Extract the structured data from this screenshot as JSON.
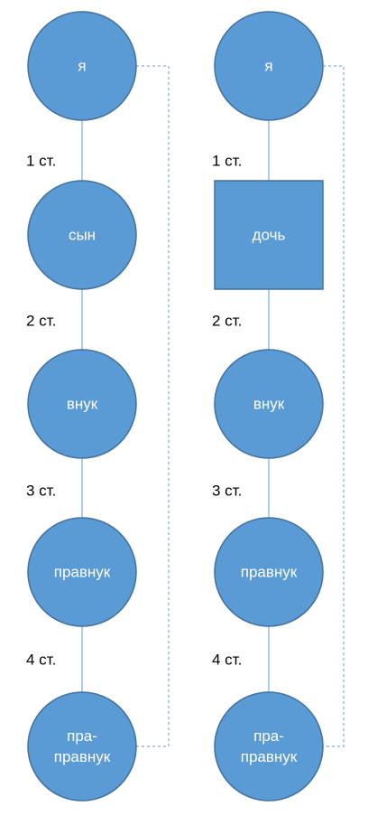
{
  "columns": [
    {
      "nodes": [
        {
          "lines": [
            "я"
          ],
          "shape": "circle"
        },
        {
          "lines": [
            "сын"
          ],
          "shape": "circle"
        },
        {
          "lines": [
            "внук"
          ],
          "shape": "circle"
        },
        {
          "lines": [
            "правнук"
          ],
          "shape": "circle"
        },
        {
          "lines": [
            "пра-",
            "правнук"
          ],
          "shape": "circle"
        }
      ],
      "degrees": [
        "1 ст.",
        "2 ст.",
        "3 ст.",
        "4 ст."
      ]
    },
    {
      "nodes": [
        {
          "lines": [
            "я"
          ],
          "shape": "circle"
        },
        {
          "lines": [
            "дочь"
          ],
          "shape": "square"
        },
        {
          "lines": [
            "внук"
          ],
          "shape": "circle"
        },
        {
          "lines": [
            "правнук"
          ],
          "shape": "circle"
        },
        {
          "lines": [
            "пра-",
            "правнук"
          ],
          "shape": "circle"
        }
      ],
      "degrees": [
        "1 ст.",
        "2 ст.",
        "3 ст.",
        "4 ст."
      ]
    }
  ],
  "colors": {
    "node_fill": "#5b9bd5",
    "node_stroke": "#41719c",
    "node_text": "#ffffff",
    "degree_text": "#000000"
  }
}
